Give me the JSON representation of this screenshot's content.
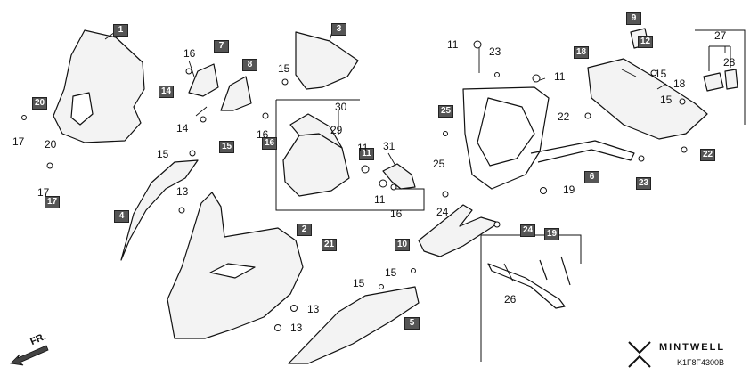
{
  "boxed_labels": [
    {
      "id": "b1",
      "text": "1"
    },
    {
      "id": "b2",
      "text": "2"
    },
    {
      "id": "b3",
      "text": "3"
    },
    {
      "id": "b4",
      "text": "4"
    },
    {
      "id": "b5",
      "text": "5"
    },
    {
      "id": "b6",
      "text": "6"
    },
    {
      "id": "b7",
      "text": "7"
    },
    {
      "id": "b8",
      "text": "8"
    },
    {
      "id": "b9",
      "text": "9"
    },
    {
      "id": "b10",
      "text": "10"
    },
    {
      "id": "b11",
      "text": "11"
    },
    {
      "id": "b12",
      "text": "12"
    },
    {
      "id": "b14",
      "text": "14"
    },
    {
      "id": "b15",
      "text": "15"
    },
    {
      "id": "b16",
      "text": "16"
    },
    {
      "id": "b17",
      "text": "17"
    },
    {
      "id": "b18",
      "text": "18"
    },
    {
      "id": "b19",
      "text": "19"
    },
    {
      "id": "b20",
      "text": "20"
    },
    {
      "id": "b21",
      "text": "21"
    },
    {
      "id": "b22",
      "text": "22"
    },
    {
      "id": "b23",
      "text": "23"
    },
    {
      "id": "b24",
      "text": "24"
    },
    {
      "id": "b25",
      "text": "25"
    }
  ],
  "plain_labels": [
    {
      "id": "p16a",
      "text": "16"
    },
    {
      "id": "p15a",
      "text": "15"
    },
    {
      "id": "p14a",
      "text": "14"
    },
    {
      "id": "p16b",
      "text": "16"
    },
    {
      "id": "p17a",
      "text": "17"
    },
    {
      "id": "p20a",
      "text": "20"
    },
    {
      "id": "p17b",
      "text": "17"
    },
    {
      "id": "p15b",
      "text": "15"
    },
    {
      "id": "p13a",
      "text": "13"
    },
    {
      "id": "p13b",
      "text": "13"
    },
    {
      "id": "p13c",
      "text": "13"
    },
    {
      "id": "p15c",
      "text": "15"
    },
    {
      "id": "p15d",
      "text": "15"
    },
    {
      "id": "p30",
      "text": "30"
    },
    {
      "id": "p29",
      "text": "29"
    },
    {
      "id": "p11a",
      "text": "11"
    },
    {
      "id": "p31",
      "text": "31"
    },
    {
      "id": "p11b",
      "text": "11"
    },
    {
      "id": "p16c",
      "text": "16"
    },
    {
      "id": "p11c",
      "text": "11"
    },
    {
      "id": "p23",
      "text": "23"
    },
    {
      "id": "p11d",
      "text": "11"
    },
    {
      "id": "p25",
      "text": "25"
    },
    {
      "id": "p24",
      "text": "24"
    },
    {
      "id": "p19",
      "text": "19"
    },
    {
      "id": "p15e",
      "text": "15"
    },
    {
      "id": "p18",
      "text": "18"
    },
    {
      "id": "p15f",
      "text": "15"
    },
    {
      "id": "p22",
      "text": "22"
    },
    {
      "id": "p26",
      "text": "26"
    },
    {
      "id": "p27",
      "text": "27"
    },
    {
      "id": "p28",
      "text": "28"
    }
  ],
  "direction_label": "FR.",
  "brand": {
    "name": "MINTWELL",
    "diagram_code": "K1F8F4300B"
  },
  "colors": {
    "line": "#111111",
    "box_fill": "#555555",
    "box_text": "#ffffff",
    "part_fill": "#f2f2f2"
  }
}
